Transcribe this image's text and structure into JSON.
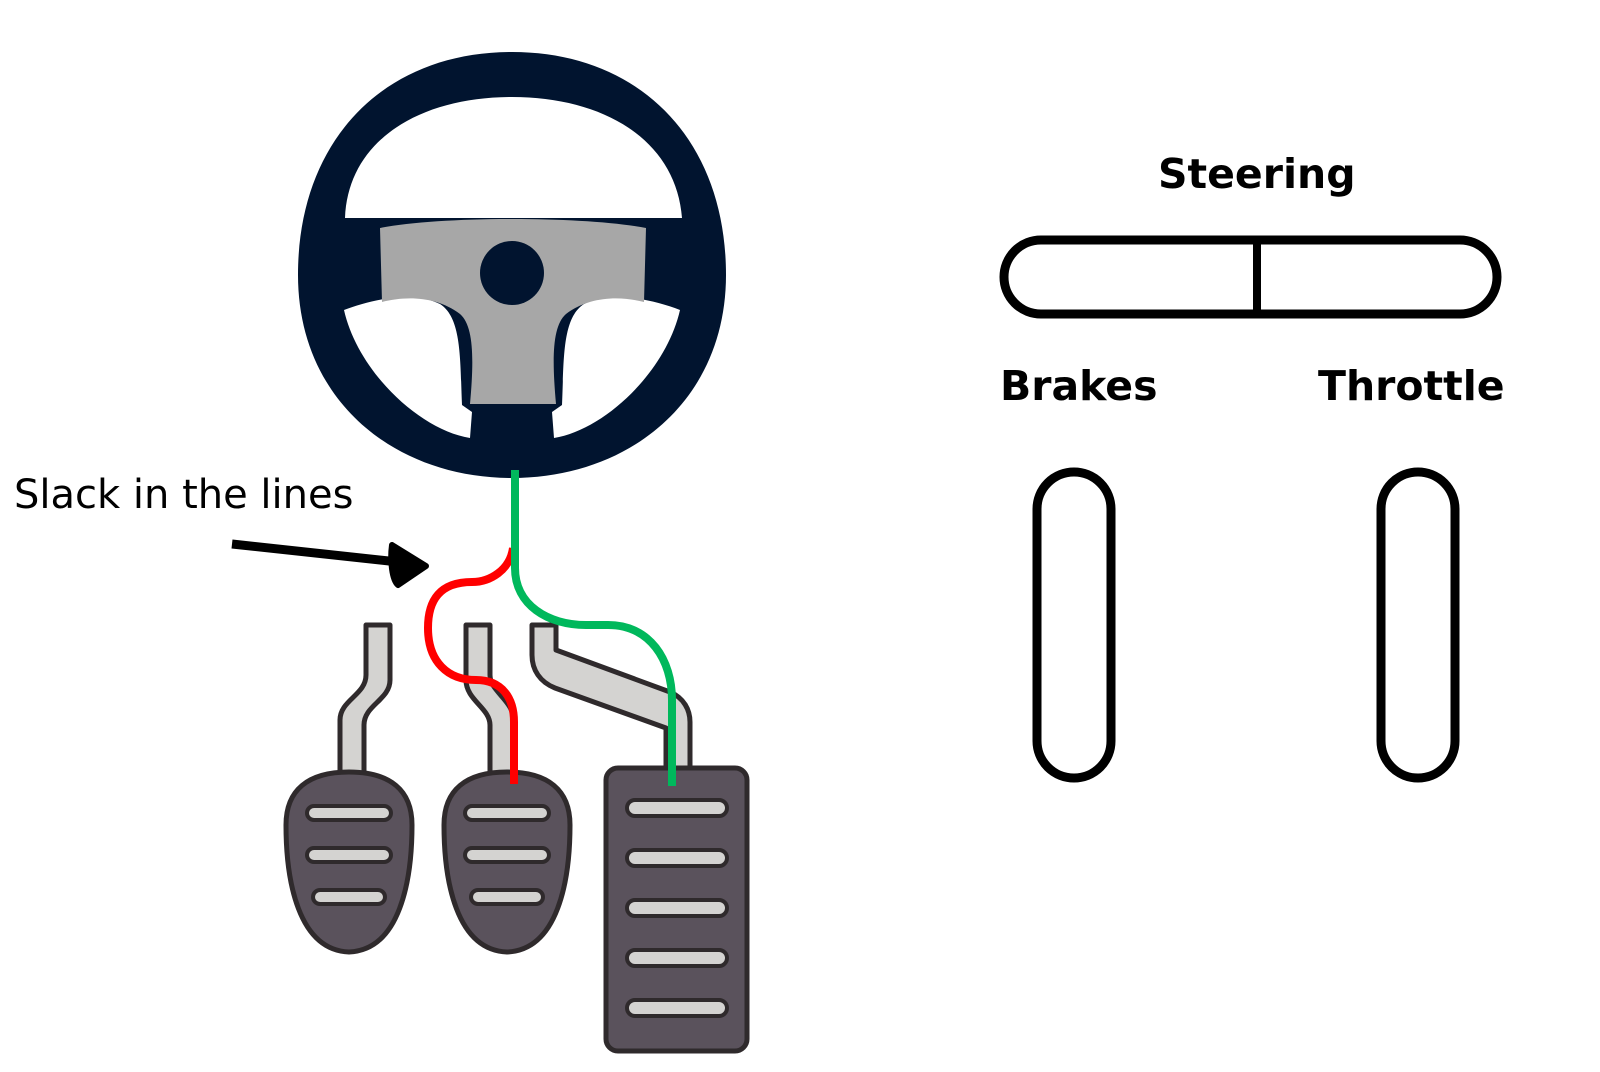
{
  "annotation": {
    "text": "Slack in the lines"
  },
  "gauges": {
    "steering": {
      "label": "Steering"
    },
    "brakes": {
      "label": "Brakes"
    },
    "throttle": {
      "label": "Throttle"
    }
  },
  "colors": {
    "wheel": "#01142f",
    "wheel_hub": "#a7a7a7",
    "pedal_body": "#5a525c",
    "pedal_stem": "#d4d3d1",
    "outline": "#2f2a2c",
    "brake_line": "#ff0000",
    "throttle_line": "#00b85c"
  }
}
